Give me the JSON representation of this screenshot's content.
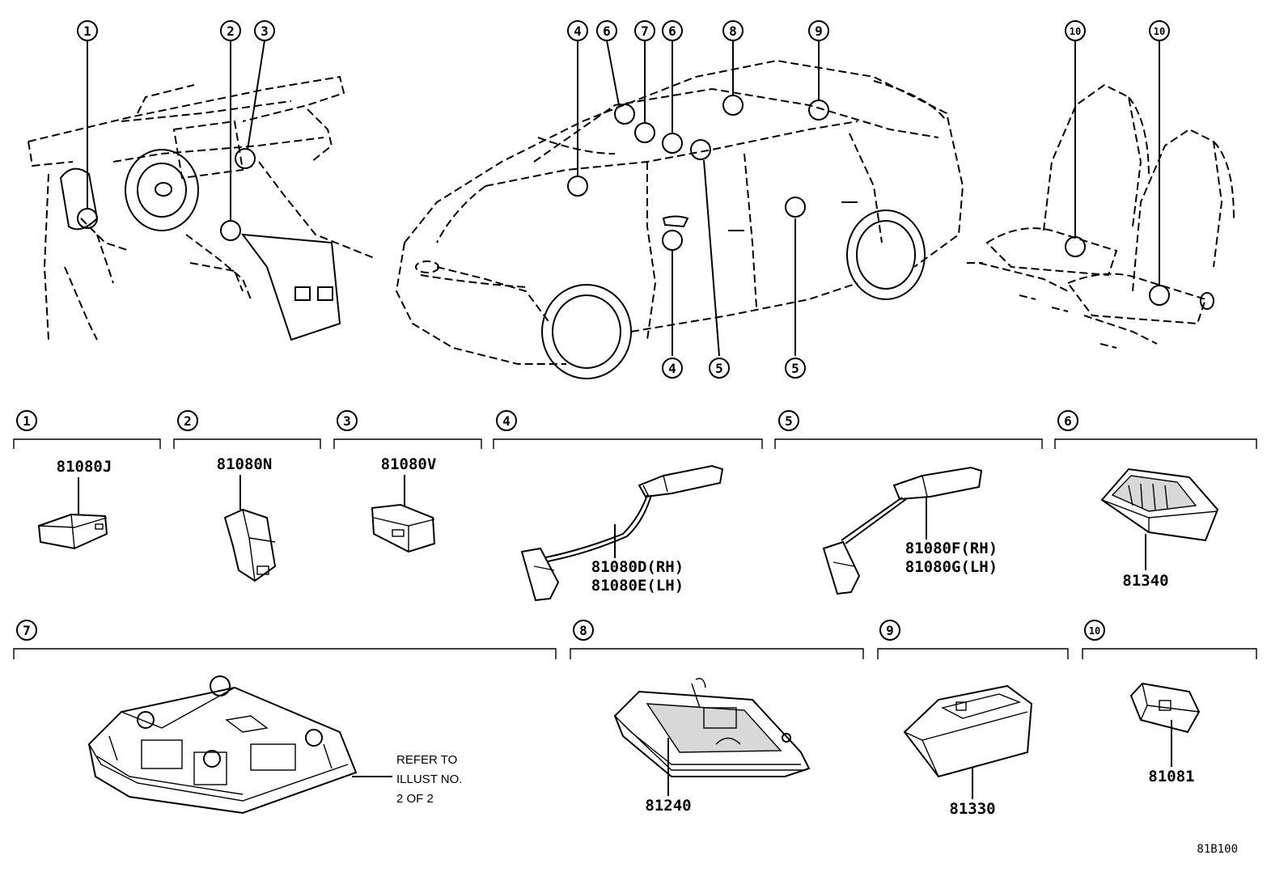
{
  "callouts": [
    {
      "n": "1"
    },
    {
      "n": "2"
    },
    {
      "n": "3"
    },
    {
      "n": "4"
    },
    {
      "n": "5"
    },
    {
      "n": "6"
    },
    {
      "n": "7"
    },
    {
      "n": "8"
    },
    {
      "n": "9"
    },
    {
      "n": "10"
    }
  ],
  "sections": [
    {
      "n": "1",
      "parts": [
        "81080J"
      ]
    },
    {
      "n": "2",
      "parts": [
        "81080N"
      ]
    },
    {
      "n": "3",
      "parts": [
        "81080V"
      ]
    },
    {
      "n": "4",
      "parts": [
        "81080D(RH)",
        "81080E(LH)"
      ]
    },
    {
      "n": "5",
      "parts": [
        "81080F(RH)",
        "81080G(LH)"
      ]
    },
    {
      "n": "6",
      "parts": [
        "81340"
      ]
    },
    {
      "n": "7",
      "parts": [],
      "note": [
        "REFER TO",
        "ILLUST NO.",
        "2 OF 2"
      ]
    },
    {
      "n": "8",
      "parts": [
        "81240"
      ]
    },
    {
      "n": "9",
      "parts": [
        "81330"
      ]
    },
    {
      "n": "10",
      "parts": [
        "81081"
      ]
    }
  ],
  "illustration_id": "81B100"
}
